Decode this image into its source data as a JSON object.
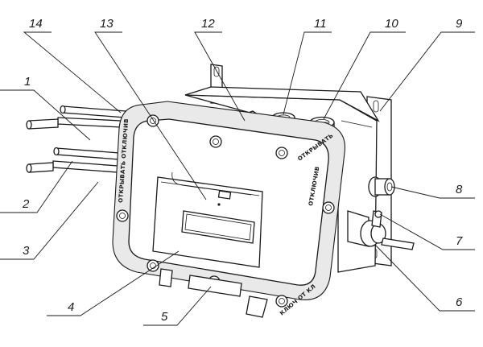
{
  "figure": {
    "callouts": [
      {
        "number": "1"
      },
      {
        "number": "2"
      },
      {
        "number": "3"
      },
      {
        "number": "4"
      },
      {
        "number": "5"
      },
      {
        "number": "6"
      },
      {
        "number": "7"
      },
      {
        "number": "8"
      },
      {
        "number": "9"
      },
      {
        "number": "10"
      },
      {
        "number": "11"
      },
      {
        "number": "12"
      },
      {
        "number": "13"
      },
      {
        "number": "14"
      }
    ],
    "engravings": {
      "right_top": "ОТКРЫВАТЬ",
      "right_bottom": "ОТКЛЮЧИВ",
      "left_side": "ОТКРЫВАТЬ ОТКЛЮЧИВ",
      "bottom_edge": "КЛЮЧ ОТ КЛ"
    }
  }
}
